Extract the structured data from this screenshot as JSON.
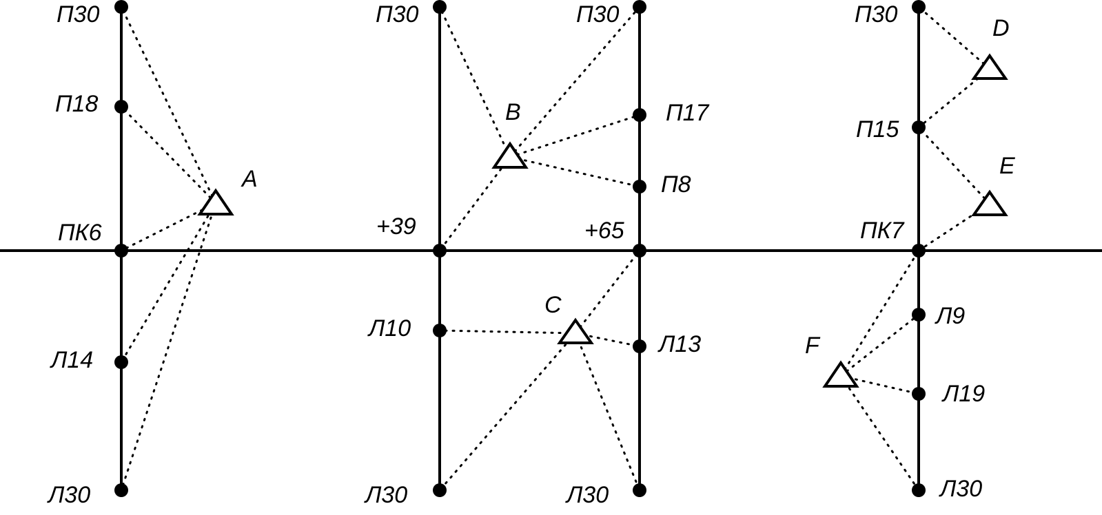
{
  "axis_labels": {
    "pk6": "ПК6",
    "plus39": "+39",
    "plus65": "+65",
    "pk7": "ПК7"
  },
  "point_labels": {
    "pk6_p30": "П30",
    "pk6_p18": "П18",
    "pk6_l14": "Л14",
    "pk6_l30": "Л30",
    "p39_p30": "П30",
    "p39_l10": "Л10",
    "p39_l30": "Л30",
    "p65_p30": "П30",
    "p65_p17": "П17",
    "p65_p8": "П8",
    "p65_l13": "Л13",
    "p65_l30": "Л30",
    "pk7_p30": "П30",
    "pk7_p15": "П15",
    "pk7_l9": "Л9",
    "pk7_l19": "Л19",
    "pk7_l30": "Л30"
  },
  "stations": {
    "A": "A",
    "B": "B",
    "C": "C",
    "D": "D",
    "E": "E",
    "F": "F"
  }
}
